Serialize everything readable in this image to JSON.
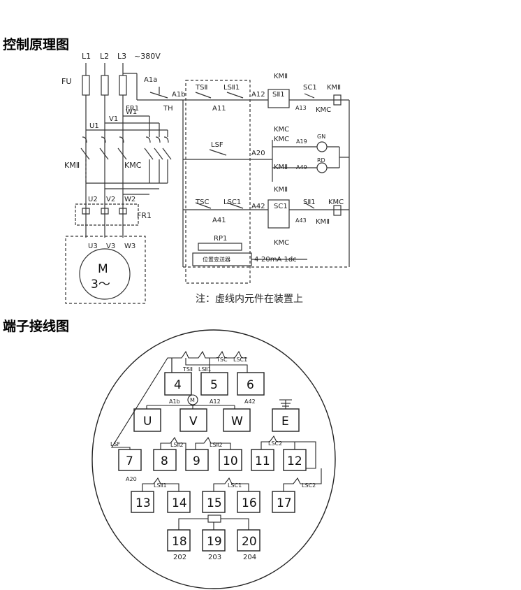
{
  "headings": {
    "control": "控制原理图",
    "terminal": "端子接线图"
  },
  "control": {
    "phases": [
      "L1",
      "L2",
      "L3"
    ],
    "voltage": "~380V",
    "fu": "FU",
    "fr1_top": "FR1",
    "fr1_side": "FR1",
    "a1a": "A1a",
    "th": "TH",
    "a1b": "A1b",
    "u1": "U1",
    "v1": "V1",
    "w1": "W1",
    "u2": "U2",
    "v2": "V2",
    "w2": "W2",
    "u3": "U3",
    "v3": "V3",
    "w3": "W3",
    "kmo_left": "KMⅡ",
    "kmc_main": "KMC",
    "motor_m": "M",
    "motor_phase": "3～",
    "r1": {
      "tso": "TSⅡ",
      "lso1": "LSⅡ1",
      "a11": "A11",
      "a12": "A12",
      "so1": "SⅡ1",
      "sc1": "SC1",
      "kmo_top": "KMⅡ",
      "kmo_coil": "KMⅡ",
      "a13": "A13",
      "kmc": "KMC"
    },
    "r2": {
      "kmc1": "KMC",
      "kmc2": "KMC",
      "lsf": "LSF",
      "a20": "A20",
      "a19": "A19",
      "gn": "GN",
      "kmo": "KMⅡ",
      "a49": "A49",
      "rd": "RD"
    },
    "r3": {
      "kmo_top": "KMⅡ",
      "tsc": "TSC",
      "lsc1": "LSC1",
      "a41": "A41",
      "a42": "A42",
      "sc1": "SC1",
      "so1": "SⅡ1",
      "kmc_coil": "KMC",
      "a43": "A43",
      "kmo": "KMⅡ",
      "kmc_bot": "KMC"
    },
    "rp1": "RP1",
    "transmitter": "位置变送器",
    "signal": "4-20mA  1dc",
    "note": "注：虚线内元件在装置上"
  },
  "terminal": {
    "row1": [
      "4",
      "5",
      "6"
    ],
    "row1_sub": [
      "A1b",
      "A12",
      "A42"
    ],
    "row1_contacts": [
      "TSⅡ",
      "LSⅡ1",
      "TSC",
      "LSC1"
    ],
    "motor_symbol": "M",
    "row2": [
      "U",
      "V",
      "W",
      "E"
    ],
    "row3": [
      "7",
      "8",
      "9",
      "10",
      "11",
      "12"
    ],
    "row3_contacts": [
      "LSF",
      "LSⅡ2",
      "LSⅡ2",
      "LSC2"
    ],
    "a20": "A20",
    "row4": [
      "13",
      "14",
      "15",
      "16",
      "17"
    ],
    "row4_contacts": [
      "LSⅡ1",
      "LSC1",
      "LSC2"
    ],
    "row5": [
      "18",
      "19",
      "20"
    ],
    "row5_sub": [
      "202",
      "203",
      "204"
    ]
  }
}
